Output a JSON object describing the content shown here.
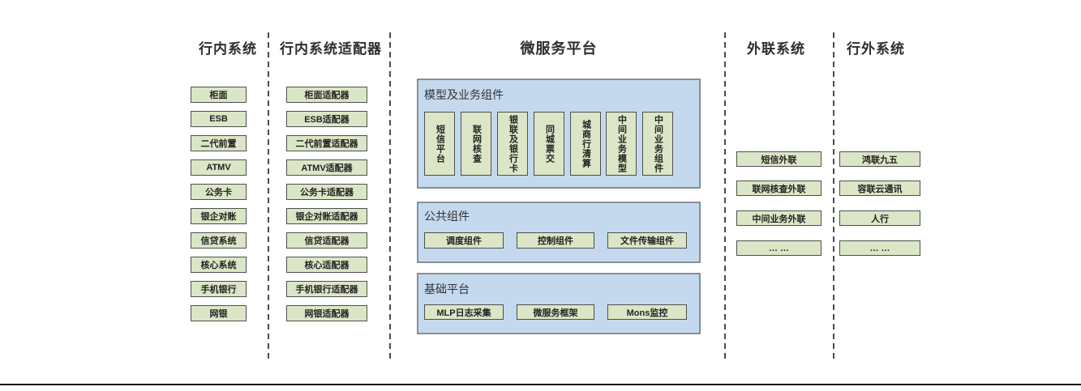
{
  "diagram": {
    "internal": {
      "title": "行内系统",
      "items": [
        "柜面",
        "ESB",
        "二代前置",
        "ATMV",
        "公务卡",
        "银企对账",
        "信贷系统",
        "核心系统",
        "手机银行",
        "网银"
      ]
    },
    "adapters": {
      "title": "行内系统适配器",
      "items": [
        "柜面适配器",
        "ESB适配器",
        "二代前置适配器",
        "ATMV适配器",
        "公务卡适配器",
        "银企对账适配器",
        "信贷适配器",
        "核心适配器",
        "手机银行适配器",
        "网银适配器"
      ]
    },
    "platform": {
      "title": "微服务平台",
      "model_panel": {
        "label": "模型及业务组件",
        "items": [
          "短信平台",
          "联网核查",
          "银联及银行卡",
          "同城票交",
          "城商行清算",
          "中间业务模型",
          "中间业务组件"
        ]
      },
      "common_panel": {
        "label": "公共组件",
        "items": [
          "调度组件",
          "控制组件",
          "文件传输组件"
        ]
      },
      "base_panel": {
        "label": "基础平台",
        "items": [
          "MLP日志采集",
          "微服务框架",
          "Mons监控"
        ]
      }
    },
    "outreach": {
      "title": "外联系统",
      "items": [
        "短信外联",
        "联网核查外联",
        "中间业务外联",
        "… …"
      ]
    },
    "external": {
      "title": "行外系统",
      "items": [
        "鸿联九五",
        "容联云通讯",
        "人行",
        "… …"
      ]
    }
  },
  "colors": {
    "box_green": "#dbe6c6",
    "box_border": "#4f4f4f",
    "panel_blue": "#c5d9ee",
    "panel_border": "#868e96",
    "text": "#2d2d2d"
  }
}
